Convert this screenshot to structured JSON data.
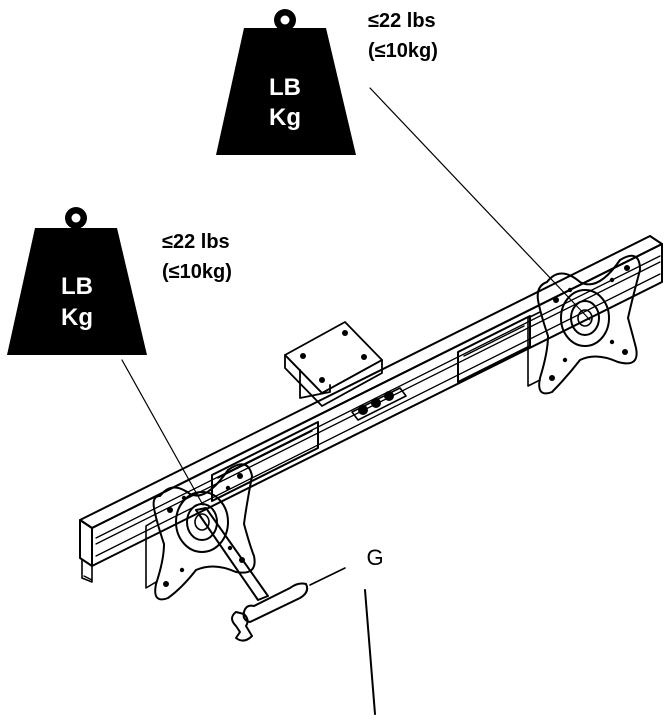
{
  "weights": [
    {
      "line1": "LB",
      "line2": "Kg",
      "limit_lbs": "≤22 lbs",
      "limit_kg": "(≤10kg)"
    },
    {
      "line1": "LB",
      "line2": "Kg",
      "limit_lbs": "≤22 lbs",
      "limit_kg": "(≤10kg)"
    }
  ],
  "callout_label": "G",
  "colors": {
    "ink": "#000000",
    "paper": "#ffffff"
  },
  "icons": [
    "weight-icon",
    "weight-icon",
    "wrench-icon"
  ]
}
